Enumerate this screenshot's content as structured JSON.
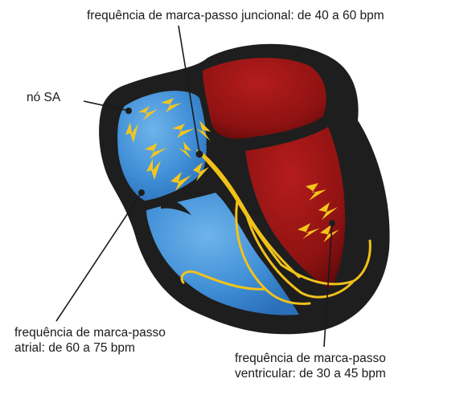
{
  "labels": {
    "junctional": "frequência de marca-passo juncional: de 40 a 60 bpm",
    "sa_node": "nó SA",
    "atrial_line1": "frequência de marca-passo",
    "atrial_line2": "atrial: de 60 a 75 bpm",
    "ventricular_line1": "frequência de marca-passo",
    "ventricular_line2": "ventricular: de 30 a 45 bpm"
  },
  "colors": {
    "outline": "#1e1e1e",
    "atrium_blue": "#3f8ed6",
    "ventricle_blue": "#2f7cc8",
    "chamber_red": "#a11616",
    "dark_red": "#6e0c0c",
    "conduction_yellow": "#f2c21a",
    "leader_line": "#1a1a1a"
  }
}
